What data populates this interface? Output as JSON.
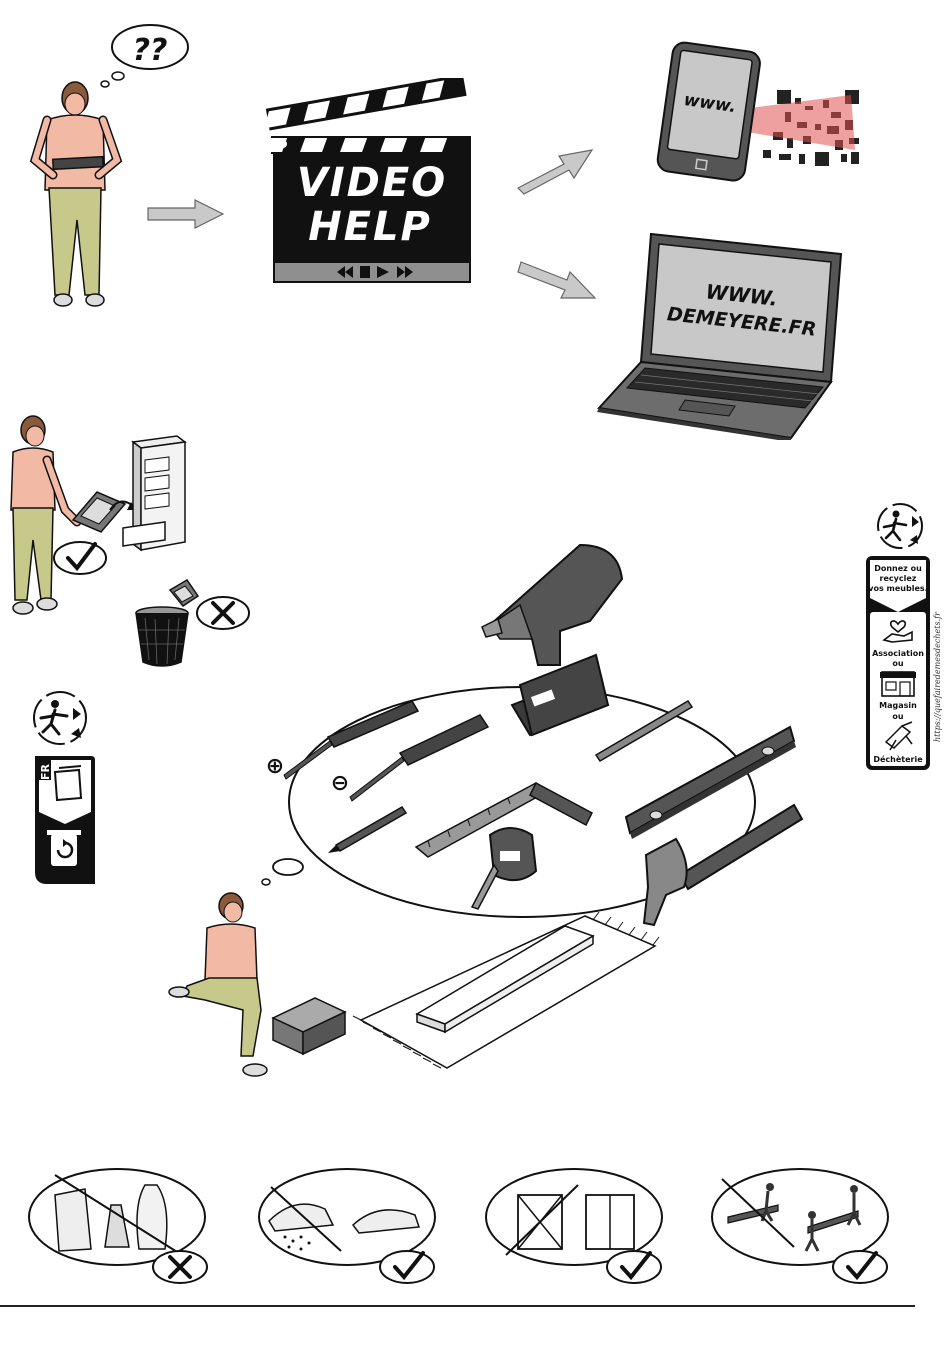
{
  "thought": {
    "text": "??"
  },
  "clapper": {
    "line1": "VIDEO",
    "line2": "HELP"
  },
  "phone": {
    "screen_text": "www."
  },
  "laptop": {
    "line1": "WWW.",
    "line2": "DEMEYERE.FR"
  },
  "recycle_panel": {
    "heading_line1": "Donnez ou",
    "heading_line2": "recyclez",
    "heading_line3": "vos meubles.",
    "option1": "Association",
    "sep1": "ou",
    "option2": "Magasin",
    "sep2": "ou",
    "option3": "Déchèterie",
    "url": "https://quefairedemesdechets.fr"
  },
  "triman": {
    "country": "FR"
  },
  "tools": {
    "plus_symbol": "⊕",
    "minus_symbol": "⊖"
  },
  "icons": [
    "question-thought-icon",
    "arrow-right-icon",
    "video-clapperboard-icon",
    "smartphone-qr-icon",
    "laptop-icon",
    "keep-manual-icon",
    "checkmark-icon",
    "cross-icon",
    "trash-bin-icon",
    "triman-recycle-icon",
    "drill-icon",
    "screwdriver-icon",
    "hammer-icon",
    "spirit-level-icon",
    "tape-measure-icon",
    "square-ruler-icon",
    "pencil-icon",
    "drill-bit-icon",
    "wooden-block-icon",
    "carpet-icon",
    "heart-hand-icon",
    "shop-icon",
    "dump-icon",
    "no-chemicals-icon",
    "dry-cloth-icon",
    "wall-fix-icon",
    "two-person-assembly-icon"
  ],
  "colors": {
    "ink": "#111111",
    "skin": "#f2b9a4",
    "trousers": "#c7c98a",
    "screen_grey": "#c8c8c8",
    "arrow_grey": "#c9c9c9"
  }
}
